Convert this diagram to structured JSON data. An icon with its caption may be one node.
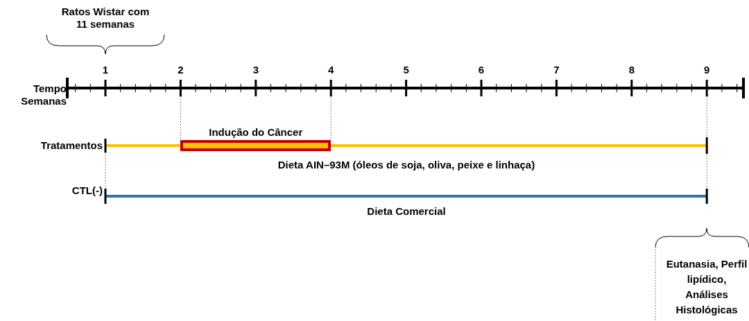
{
  "diagram": {
    "nodes": [
      {
        "text": [
          "Indução do Câncer"
        ]
      }
    ],
    "labels": [
      "Ratos Wistar com 11 semanas",
      "1",
      "2",
      "3",
      "4",
      "5",
      "6",
      "7",
      "8",
      "9",
      "Tempo Semanas",
      "Tratamentos",
      "Dieta AIN–93M (óleos de soja, oliva, peixe e linhaça)",
      "CTL(-)",
      "Dieta Comercial",
      "Eutanasia, Perfil lipídico, Análises Histológicas"
    ]
  }
}
